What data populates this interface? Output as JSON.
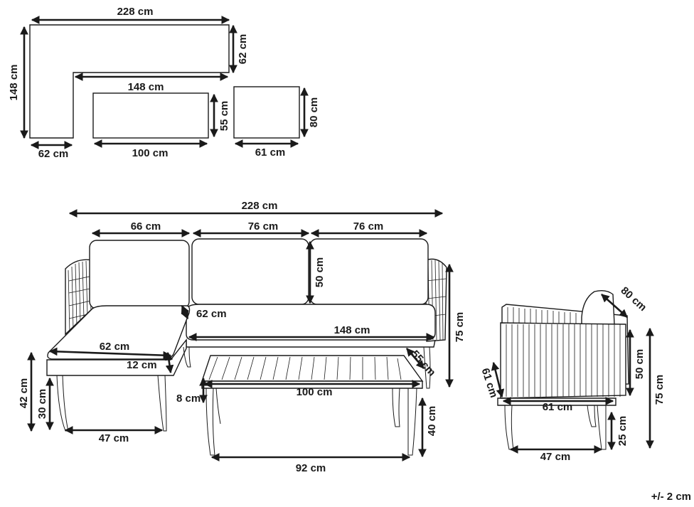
{
  "plan": {
    "sofa_width": "228 cm",
    "sofa_depth": "148 cm",
    "back_depth": "62 cm",
    "inner_width": "148 cm",
    "chaise_width": "62 cm",
    "table_width": "100 cm",
    "table_depth": "55 cm",
    "chair_width": "61 cm",
    "chair_depth": "80 cm"
  },
  "sofa": {
    "total_width": "228 cm",
    "chaise_cushion": "66 cm",
    "middle_cushion": "76 cm",
    "right_cushion": "76 cm",
    "back_height": "50 cm",
    "armrest": "62 cm",
    "seat_width": "148 cm",
    "total_height": "75 cm",
    "chaise_seat": "62 cm",
    "cushion_thickness": "12 cm",
    "seat_height": "42 cm",
    "frame_height": "30 cm",
    "leg_span": "47 cm"
  },
  "table": {
    "depth": "55 cm",
    "width": "100 cm",
    "top_thickness": "8 cm",
    "height": "40 cm",
    "leg_span": "92 cm"
  },
  "chair": {
    "depth": "80 cm",
    "side_depth": "61 cm",
    "width": "61 cm",
    "back_height": "50 cm",
    "total_height": "75 cm",
    "leg_height": "25 cm",
    "leg_span": "47 cm"
  },
  "tolerance": "+/- 2 cm"
}
